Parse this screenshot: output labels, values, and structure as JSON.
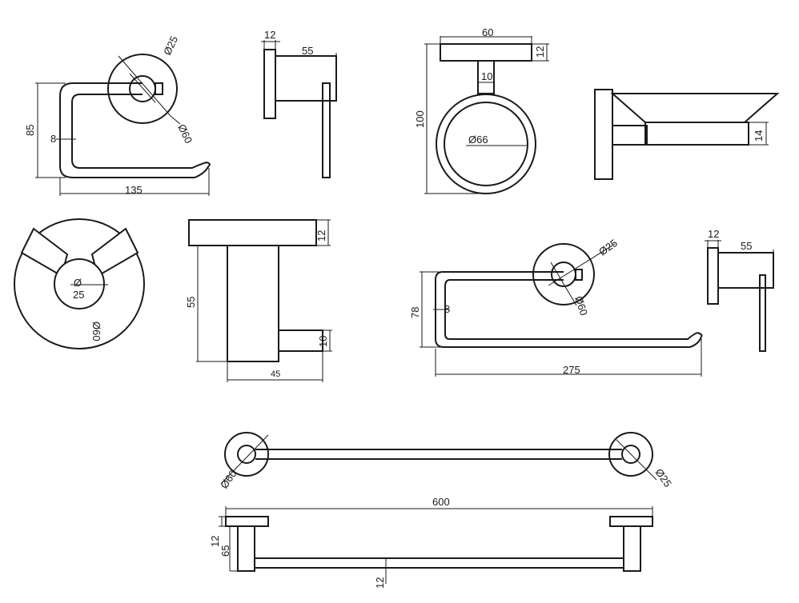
{
  "toilet_roll_holder": {
    "dia_small": "Ø25",
    "dia_large": "Ø60",
    "height": "85",
    "rod": "8",
    "width": "135",
    "side_top": "12",
    "side_depth": "55"
  },
  "tumbler_holder": {
    "plate_width": "60",
    "plate_thk": "12",
    "stem": "10",
    "height": "100",
    "ring": "Ø66"
  },
  "soap_dish": {
    "dish_thk": "14"
  },
  "robe_hook": {
    "dia_small_sym": "Ø",
    "dia_small_val": "25",
    "dia_large": "Ø60",
    "plate_thk": "12",
    "height": "55",
    "stem": "10",
    "depth": "45"
  },
  "towel_ring": {
    "dia_small": "Ø25",
    "dia_large": "Ø60",
    "height": "78",
    "rod": "8",
    "width": "275",
    "side_top": "12",
    "side_depth": "55"
  },
  "towel_rail": {
    "dia_large": "Ø60",
    "dia_small": "Ø25",
    "length": "600",
    "plate_thk": "12",
    "projection": "65",
    "bar": "12"
  }
}
